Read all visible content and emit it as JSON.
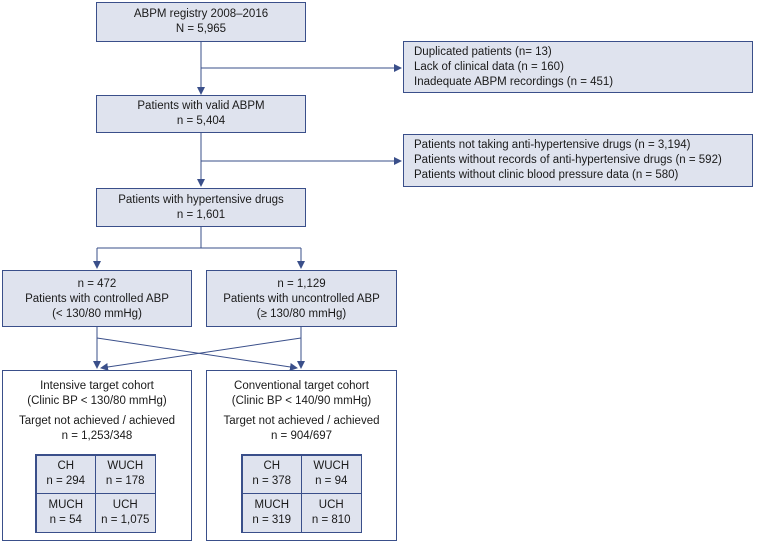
{
  "registry": {
    "line1": "ABPM registry 2008–2016",
    "line2": "N = 5,965"
  },
  "exclusion1": {
    "lines": [
      "Duplicated patients (n= 13)",
      "Lack of clinical data (n = 160)",
      "Inadequate ABPM recordings (n = 451)"
    ]
  },
  "valid": {
    "line1": "Patients with valid ABPM",
    "line2": "n = 5,404"
  },
  "exclusion2": {
    "lines": [
      "Patients not taking anti-hypertensive drugs (n = 3,194)",
      "Patients without records of anti-hypertensive drugs (n = 592)",
      "Patients without clinic blood pressure data (n = 580)"
    ]
  },
  "drugs": {
    "line1": "Patients with hypertensive drugs",
    "line2": "n = 1,601"
  },
  "controlled": {
    "line1": "n = 472",
    "line2": "Patients with controlled ABP",
    "line3": "(< 130/80 mmHg)"
  },
  "uncontrolled": {
    "line1": "n = 1,129",
    "line2": "Patients with uncontrolled ABP",
    "line3": "(≥ 130/80 mmHg)"
  },
  "intensive": {
    "line1": "Intensive target cohort",
    "line2": "(Clinic BP < 130/80 mmHg)",
    "line3": "Target not achieved / achieved",
    "line4": "n = 1,253/348",
    "cells": [
      {
        "label": "CH",
        "value": "n = 294"
      },
      {
        "label": "WUCH",
        "value": "n = 178"
      },
      {
        "label": "MUCH",
        "value": "n = 54"
      },
      {
        "label": "UCH",
        "value": "n = 1,075"
      }
    ]
  },
  "conventional": {
    "line1": "Conventional target cohort",
    "line2": "(Clinic BP < 140/90 mmHg)",
    "line3": "Target not achieved / achieved",
    "line4": "n = 904/697",
    "cells": [
      {
        "label": "CH",
        "value": "n = 378"
      },
      {
        "label": "WUCH",
        "value": "n = 94"
      },
      {
        "label": "MUCH",
        "value": "n = 319"
      },
      {
        "label": "UCH",
        "value": "n = 810"
      }
    ]
  },
  "colors": {
    "line": "#3a4f8a",
    "fill": "#dfe3ee"
  }
}
